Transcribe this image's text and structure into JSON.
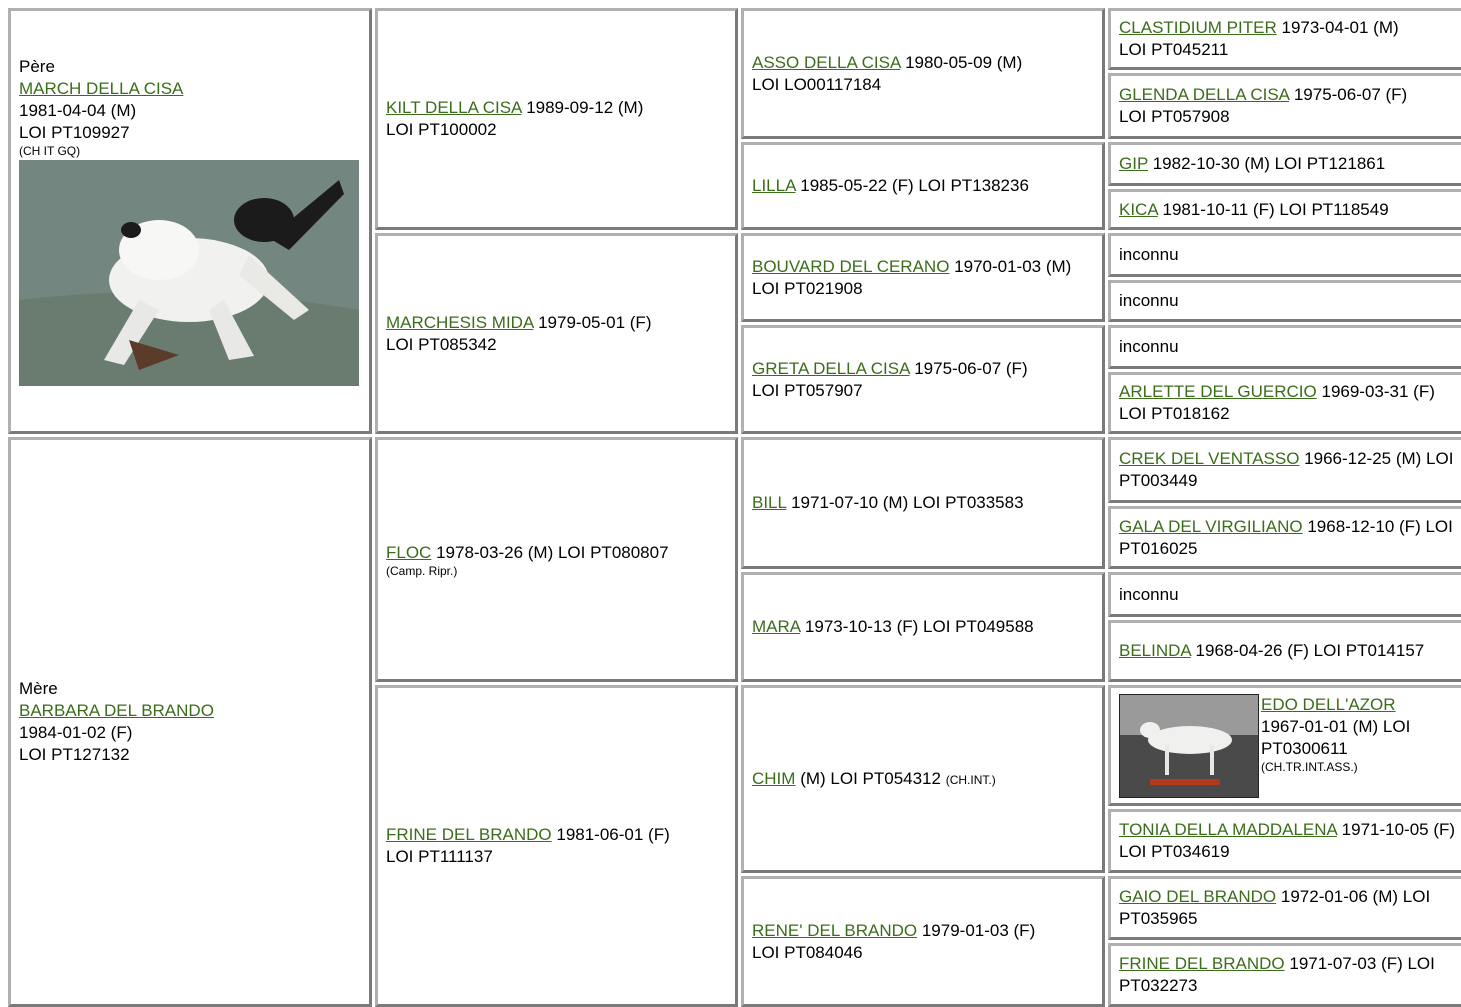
{
  "pere": {
    "role": "Père",
    "name": "MARCH DELLA CISA",
    "date_sex": "1981-04-04 (M)",
    "loi": "LOI PT109927",
    "title": "(CH IT GQ)"
  },
  "mere": {
    "role": "Mère",
    "name": "BARBARA DEL BRANDO",
    "date_sex": "1984-01-02 (F)",
    "loi": "LOI PT127132"
  },
  "gen2": [
    {
      "name": "KILT DELLA CISA",
      "info": "1989-09-12 (M)",
      "loi": "LOI PT100002"
    },
    {
      "name": "MARCHESIS MIDA",
      "info": "1979-05-01 (F)",
      "loi": "LOI PT085342"
    },
    {
      "name": "FLOC",
      "info": "1978-03-26 (M) LOI PT080807",
      "title": "(Camp. Ripr.)"
    },
    {
      "name": "FRINE DEL BRANDO",
      "info": "1981-06-01 (F)",
      "loi": "LOI PT111137"
    }
  ],
  "gen3": [
    {
      "name": "ASSO DELLA CISA",
      "info": "1980-05-09 (M)",
      "loi": "LOI LO00117184"
    },
    {
      "name": "LILLA",
      "info": "1985-05-22 (F) LOI PT138236"
    },
    {
      "name": "BOUVARD DEL CERANO",
      "info": "1970-01-03 (M) LOI PT021908"
    },
    {
      "name": "GRETA DELLA CISA",
      "info": "1975-06-07 (F)",
      "loi": "LOI PT057907"
    },
    {
      "name": "BILL",
      "info": "1971-07-10 (M) LOI PT033583"
    },
    {
      "name": "MARA",
      "info": "1973-10-13 (F) LOI PT049588"
    },
    {
      "name": "CHIM",
      "info": "(M) LOI PT054312",
      "title": "(CH.INT.)"
    },
    {
      "name": "RENE' DEL BRANDO",
      "info": "1979-01-03 (F)",
      "loi": "LOI PT084046"
    }
  ],
  "gen4": [
    {
      "name": "CLASTIDIUM PITER",
      "info": "1973-04-01 (M)",
      "loi": "LOI PT045211"
    },
    {
      "name": "GLENDA DELLA CISA",
      "info": "1975-06-07 (F)",
      "loi": "LOI PT057908"
    },
    {
      "name": "GIP",
      "info": "1982-10-30 (M) LOI PT121861"
    },
    {
      "name": "KICA",
      "info": "1981-10-11 (F) LOI PT118549"
    },
    {
      "unknown": "inconnu"
    },
    {
      "unknown": "inconnu"
    },
    {
      "unknown": "inconnu"
    },
    {
      "name": "ARLETTE DEL GUERCIO",
      "info": "1969-03-31 (F) LOI PT018162"
    },
    {
      "name": "CREK DEL VENTASSO",
      "info": "1966-12-25 (M) LOI PT003449"
    },
    {
      "name": "GALA DEL VIRGILIANO",
      "info": "1968-12-10 (F) LOI PT016025"
    },
    {
      "unknown": "inconnu"
    },
    {
      "name": "BELINDA",
      "info": "1968-04-26 (F) LOI PT014157"
    },
    {
      "name": "EDO DELL'AZOR",
      "info": "1967-01-01 (M) LOI PT0300611",
      "title": "(CH.TR.INT.ASS.)"
    },
    {
      "name": "TONIA DELLA MADDALENA",
      "info": "1971-10-05 (F) LOI PT034619"
    },
    {
      "name": "GAIO DEL BRANDO",
      "info": "1972-01-06 (M) LOI PT035965"
    },
    {
      "name": "FRINE DEL BRANDO",
      "info": "1971-07-03 (F) LOI PT032273"
    }
  ]
}
